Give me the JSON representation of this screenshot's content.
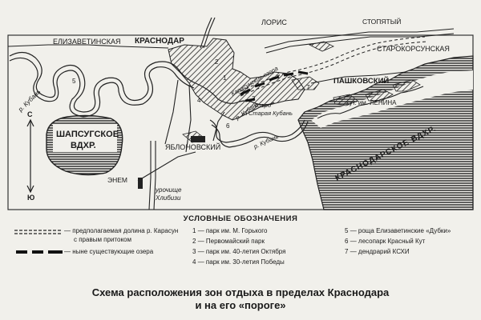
{
  "map": {
    "cities": {
      "krasnodar": "КРАСНОДАР",
      "elizavetinskaya": "ЕЛИЗАВЕТИНСКАЯ",
      "loris": "ЛОРИС",
      "stopyatyi": "СТОПЯТЫЙ",
      "starokorsunskaya": "СТАРОКОРСУНСКАЯ",
      "pashkovskiy": "ПАШКОВСКИЙ",
      "khut_lenina": "кут. им. ЛЕНИНА",
      "yablonovskiy": "ЯБЛОНОВСКИЙ",
      "enem": "ЭНЕМ",
      "urochische_1": "урочище",
      "urochische_2": "Хлибизи"
    },
    "water": {
      "shapsug_1": "ШАПСУГСКОЕ",
      "shapsug_2": "ВДХР.",
      "krasnodar_res": "КРАСНОДАРСКОЕ ВДХР.",
      "kuban_west": "р. Кубань",
      "kuban_center": "р. Кубань",
      "kuban_south": "р. Кубань",
      "karasun_lakes": "Карасунские озера",
      "lake_1": "озеро",
      "lake_2": "Старая Кубань"
    },
    "compass": {
      "north": "С",
      "south": "Ю"
    },
    "zones": [
      "1",
      "2",
      "3",
      "4",
      "5",
      "6",
      "7"
    ]
  },
  "legend": {
    "title": "УСЛОВНЫЕ ОБОЗНАЧЕНИЯ",
    "sym_valley_1": "— предполагаемая долина р. Карасун",
    "sym_valley_2": "с правым притоком",
    "sym_lakes": "— ныне существующие озера",
    "items": [
      {
        "num": "1",
        "text": "— парк им. М. Горького"
      },
      {
        "num": "2",
        "text": "— Первомайский парк"
      },
      {
        "num": "3",
        "text": "— парк им. 40-летия Октября"
      },
      {
        "num": "4",
        "text": "— парк им. 30-летия Победы"
      },
      {
        "num": "5",
        "text": "— роща Елизаветинские «Дубки»"
      },
      {
        "num": "6",
        "text": "— лесопарк Красный Кут"
      },
      {
        "num": "7",
        "text": "— дендрарий КСХИ"
      }
    ]
  },
  "caption": {
    "line1": "Схема расположения зон отдыха в пределах Краснодара",
    "line2": "и на его «пороге»"
  }
}
